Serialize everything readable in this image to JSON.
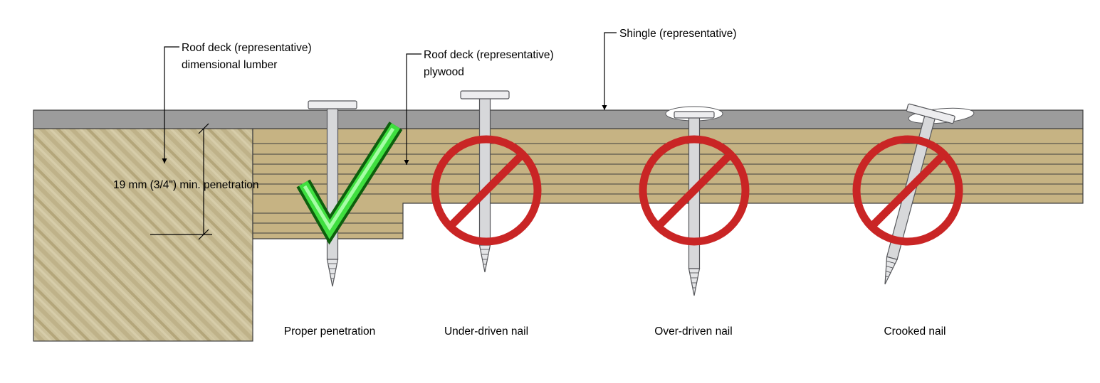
{
  "diagram": {
    "labels": {
      "lumber_line1": "Roof deck (representative)",
      "lumber_line2": "dimensional lumber",
      "plywood_line1": "Roof deck (representative)",
      "plywood_line2": "plywood",
      "shingle": "Shingle (representative)",
      "penetration": "19 mm (3/4\") min. penetration"
    },
    "captions": [
      {
        "label": "Proper penetration",
        "icon": "green-check-icon"
      },
      {
        "label": "Under-driven nail",
        "icon": "red-prohibition-icon"
      },
      {
        "label": "Over-driven nail",
        "icon": "red-prohibition-icon"
      },
      {
        "label": "Crooked nail",
        "icon": "red-prohibition-icon"
      }
    ],
    "colors": {
      "background": "#ffffff",
      "shingle": "#9c9c9c",
      "wood": "#c6b383",
      "nail": "#d7d8da",
      "prohibition_red": "#c92525",
      "check_green": "#3fdf3f"
    }
  }
}
